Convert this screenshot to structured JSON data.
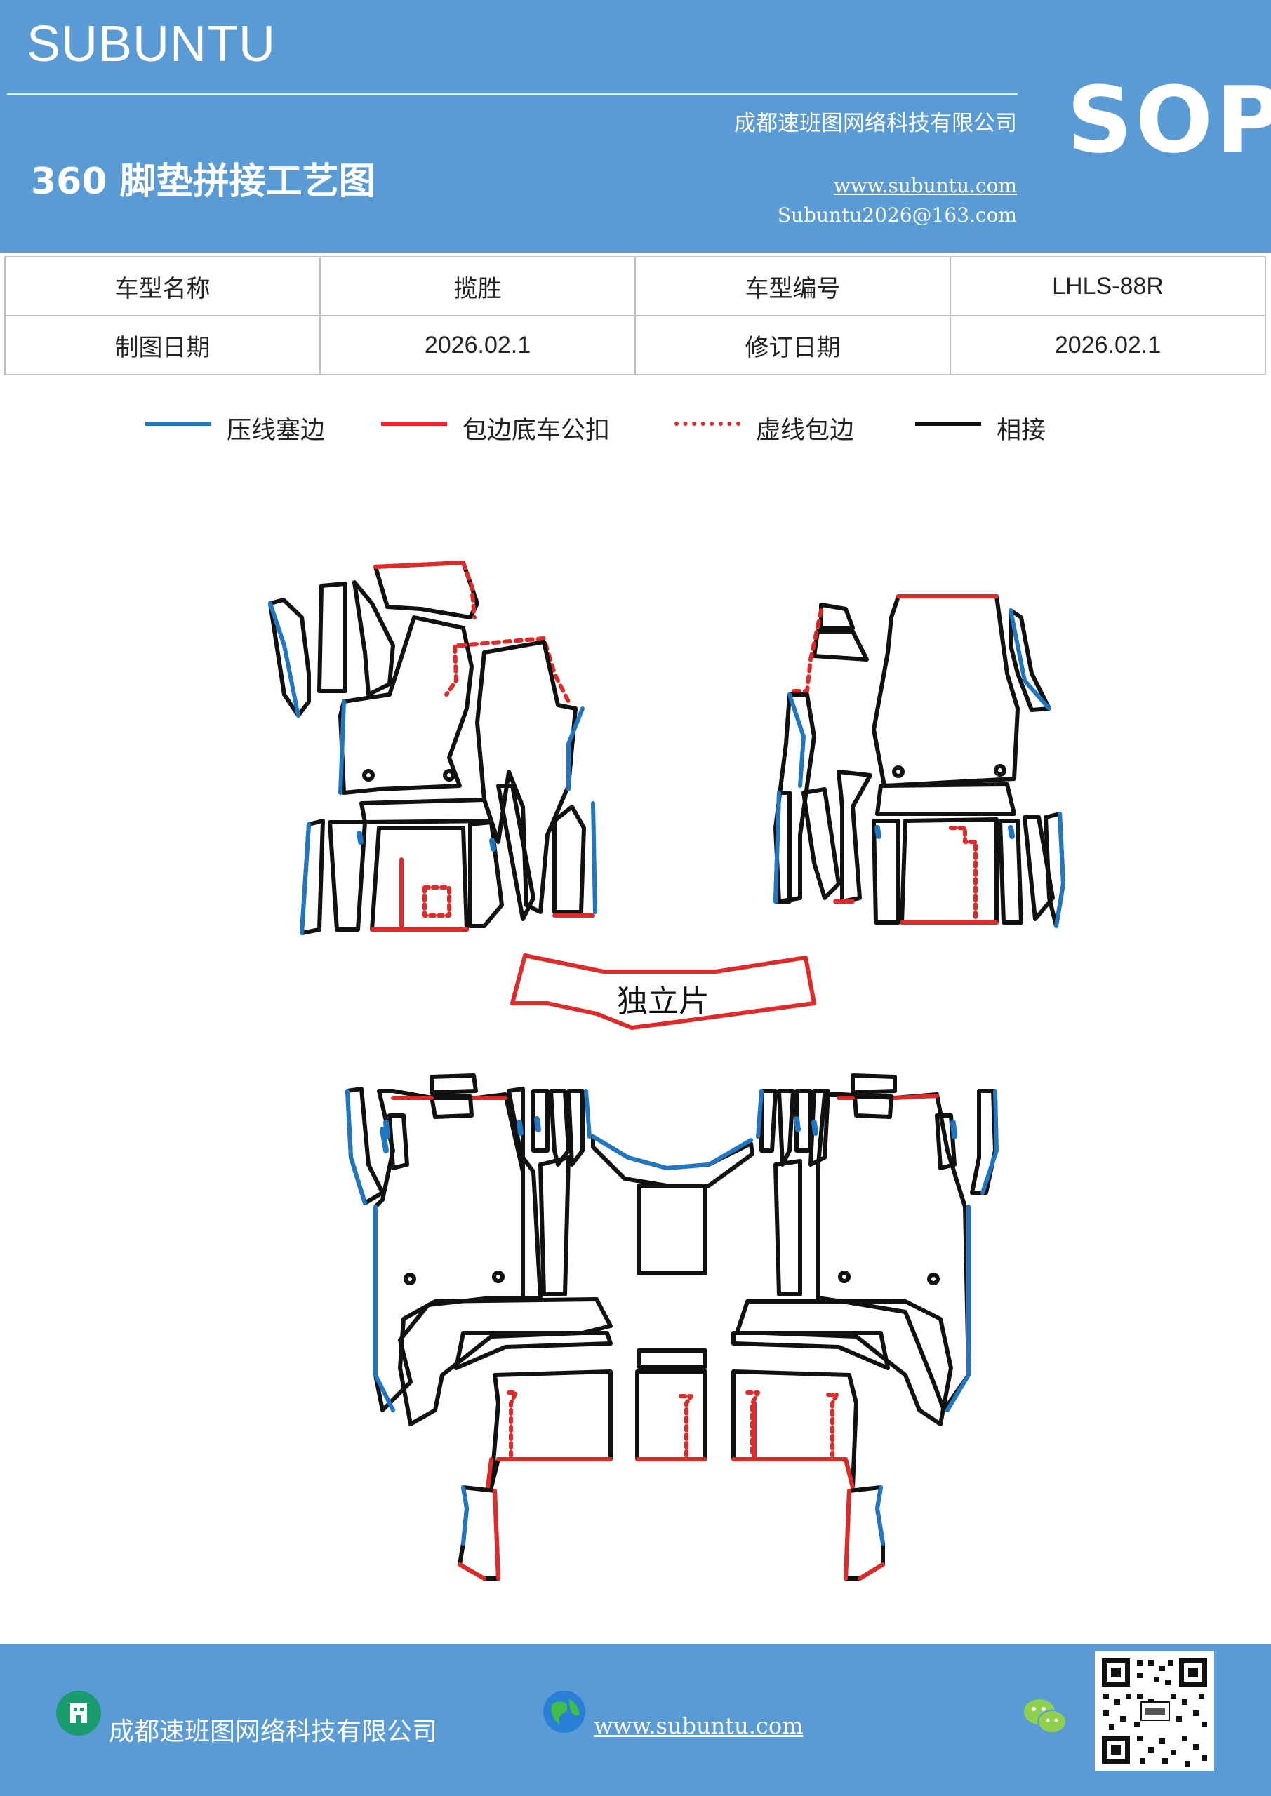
{
  "header": {
    "brand": "SUBUNTU",
    "company": "成都速班图网络科技有限公司",
    "title": "360 脚垫拼接工艺图",
    "website": "www.subuntu.com",
    "email": "Subuntu2026@163.com",
    "badge": "SOP",
    "background_color": "#5b9bd5"
  },
  "info_table": {
    "rows": [
      {
        "label1": "车型名称",
        "value1": "揽胜",
        "label2": "车型编号",
        "value2": "LHLS-88R"
      },
      {
        "label1": "制图日期",
        "value1": "2026.02.1",
        "label2": "修订日期",
        "value2": "2026.02.1"
      }
    ]
  },
  "legend": [
    {
      "label": "压线塞边",
      "color": "#1f77c4",
      "style": "solid"
    },
    {
      "label": "包边底车公扣",
      "color": "#e8262b",
      "style": "solid"
    },
    {
      "label": "虚线包边",
      "color": "#e8262b",
      "style": "dotted"
    },
    {
      "label": "相接",
      "color": "#111111",
      "style": "solid"
    }
  ],
  "diagram": {
    "center_label": "独立片",
    "colors": {
      "blue": "#1f77c4",
      "red": "#e02a2a",
      "black": "#111111"
    }
  },
  "footer": {
    "company": "成都速班图网络科技有限公司",
    "website": "www.subuntu.com",
    "building_icon": "building-icon",
    "globe_icon": "globe-icon",
    "wechat_icon": "wechat-icon",
    "qr_icon": "qr-code"
  }
}
